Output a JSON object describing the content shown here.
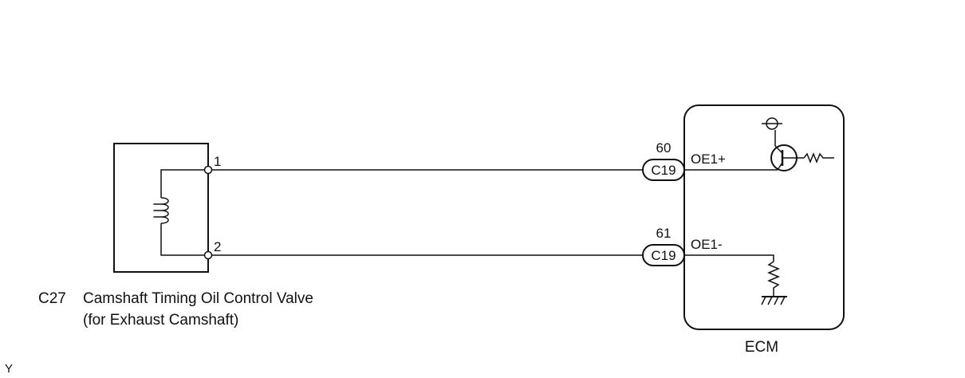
{
  "component": {
    "code": "C27",
    "name_line1": "Camshaft Timing Oil Control Valve",
    "name_line2": "(for Exhaust Camshaft)",
    "pin1": "1",
    "pin2": "2"
  },
  "connector": {
    "top": {
      "pin": "60",
      "code": "C19",
      "signal": "OE1+"
    },
    "bottom": {
      "pin": "61",
      "code": "C19",
      "signal": "OE1-"
    }
  },
  "ecm": {
    "label": "ECM"
  },
  "footer": {
    "mark": "Y"
  }
}
